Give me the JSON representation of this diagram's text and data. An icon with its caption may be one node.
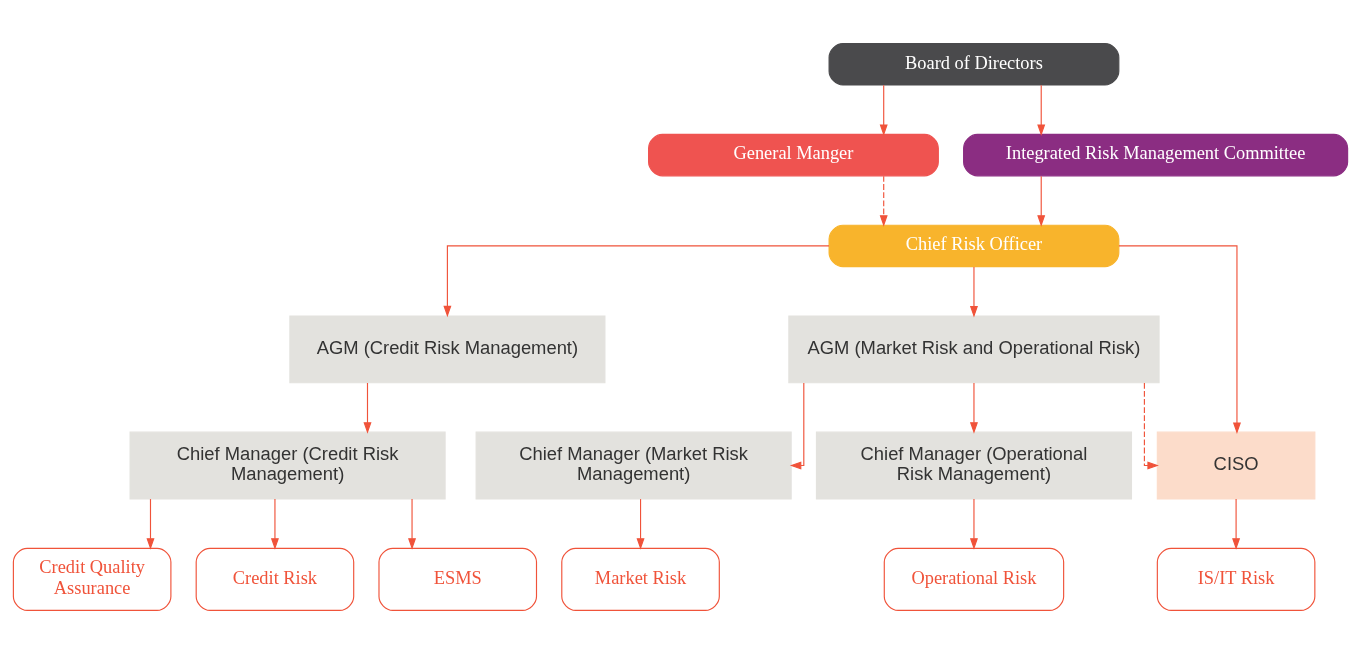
{
  "diagram": {
    "nodes": [
      {
        "text": [
          "Board of Directors"
        ]
      },
      {
        "text": [
          "General Manger"
        ]
      },
      {
        "text": [
          "Integrated Risk Management Committee"
        ]
      },
      {
        "text": [
          "Chief Risk Officer"
        ]
      },
      {
        "text": [
          "AGM (Credit Risk Management)"
        ]
      },
      {
        "text": [
          "AGM (Market Risk and Operational Risk)"
        ]
      },
      {
        "text": [
          "Chief Manager (Credit Risk Management)"
        ]
      },
      {
        "text": [
          "Chief Manager (Market Risk Management)"
        ]
      },
      {
        "text": [
          "Chief Manager (Operational Risk Management)"
        ]
      },
      {
        "text": [
          "CISO"
        ]
      },
      {
        "text": [
          "Credit Quality Assurance"
        ]
      },
      {
        "text": [
          "Credit Risk"
        ]
      },
      {
        "text": [
          "ESMS"
        ]
      },
      {
        "text": [
          "Market Risk"
        ]
      },
      {
        "text": [
          "Operational Risk"
        ]
      },
      {
        "text": [
          "IS/IT Risk"
        ]
      }
    ],
    "edges": [
      {
        "from": 0,
        "to": 1,
        "arrow": "to"
      },
      {
        "from": 0,
        "to": 2,
        "arrow": "to"
      },
      {
        "from": 1,
        "to": 3,
        "arrow": "to",
        "style": "dashed"
      },
      {
        "from": 2,
        "to": 3,
        "arrow": "to"
      },
      {
        "from": 3,
        "to": 4,
        "arrow": "to"
      },
      {
        "from": 3,
        "to": 5,
        "arrow": "to"
      },
      {
        "from": 3,
        "to": 9,
        "arrow": "to"
      },
      {
        "from": 4,
        "to": 6,
        "arrow": "to"
      },
      {
        "from": 5,
        "to": 7,
        "arrow": "to"
      },
      {
        "from": 5,
        "to": 8,
        "arrow": "to"
      },
      {
        "from": 5,
        "to": 9,
        "arrow": "to",
        "style": "dashed"
      },
      {
        "from": 6,
        "to": 10,
        "arrow": "to"
      },
      {
        "from": 6,
        "to": 11,
        "arrow": "to"
      },
      {
        "from": 6,
        "to": 12,
        "arrow": "to"
      },
      {
        "from": 7,
        "to": 13,
        "arrow": "to"
      },
      {
        "from": 8,
        "to": 14,
        "arrow": "to"
      },
      {
        "from": 9,
        "to": 15,
        "arrow": "to"
      }
    ]
  }
}
